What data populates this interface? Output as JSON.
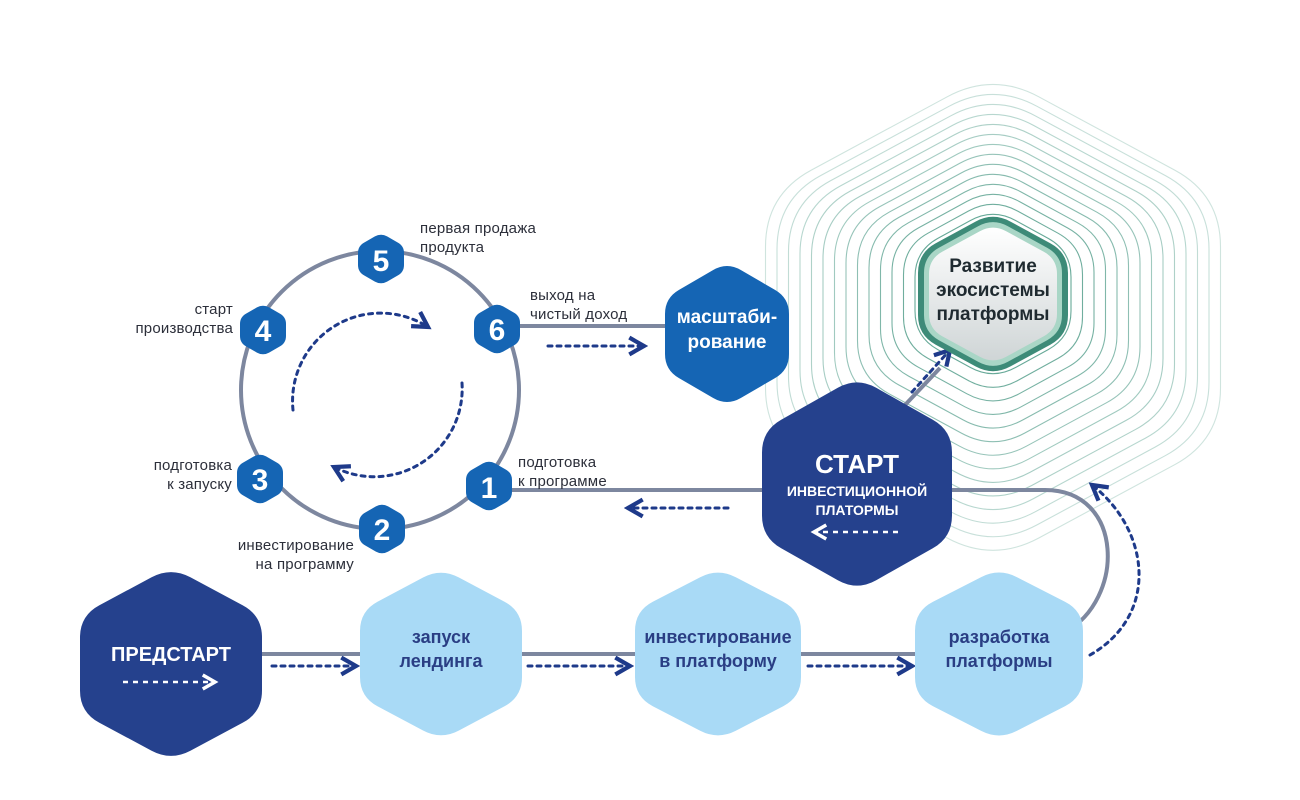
{
  "colors": {
    "dark_navy": "#25418d",
    "royal_blue": "#1565b4",
    "light_blue": "#a9daf6",
    "line_gray": "#7d879f",
    "arrow_navy": "#1e3a8a",
    "teal": "#3d8b78",
    "teal_light": "#a9d6c6"
  },
  "cycle": {
    "steps": [
      {
        "num": "1",
        "label": [
          "подготовка",
          "к программе"
        ]
      },
      {
        "num": "2",
        "label": [
          "инвестирование",
          "на программу"
        ]
      },
      {
        "num": "3",
        "label": [
          "подготовка",
          "к запуску"
        ]
      },
      {
        "num": "4",
        "label": [
          "старт",
          "производства"
        ]
      },
      {
        "num": "5",
        "label": [
          "первая продажа",
          "продукта"
        ]
      },
      {
        "num": "6",
        "label": [
          "выход на",
          "чистый доход"
        ]
      }
    ]
  },
  "stages": {
    "prestart": "ПРЕДСТАРТ",
    "landing": [
      "запуск",
      "лендинга"
    ],
    "invest_platform": [
      "инвестирование",
      "в платформу"
    ],
    "develop_platform": [
      "разработка",
      "платформы"
    ],
    "start_invest": [
      "СТАРТ",
      "ИНВЕСТИЦИОННОЙ",
      "ПЛАТОРМЫ"
    ],
    "scaling": [
      "масштаби-",
      "рование"
    ],
    "ecosystem": [
      "Развитие",
      "экосистемы",
      "платформы"
    ]
  }
}
